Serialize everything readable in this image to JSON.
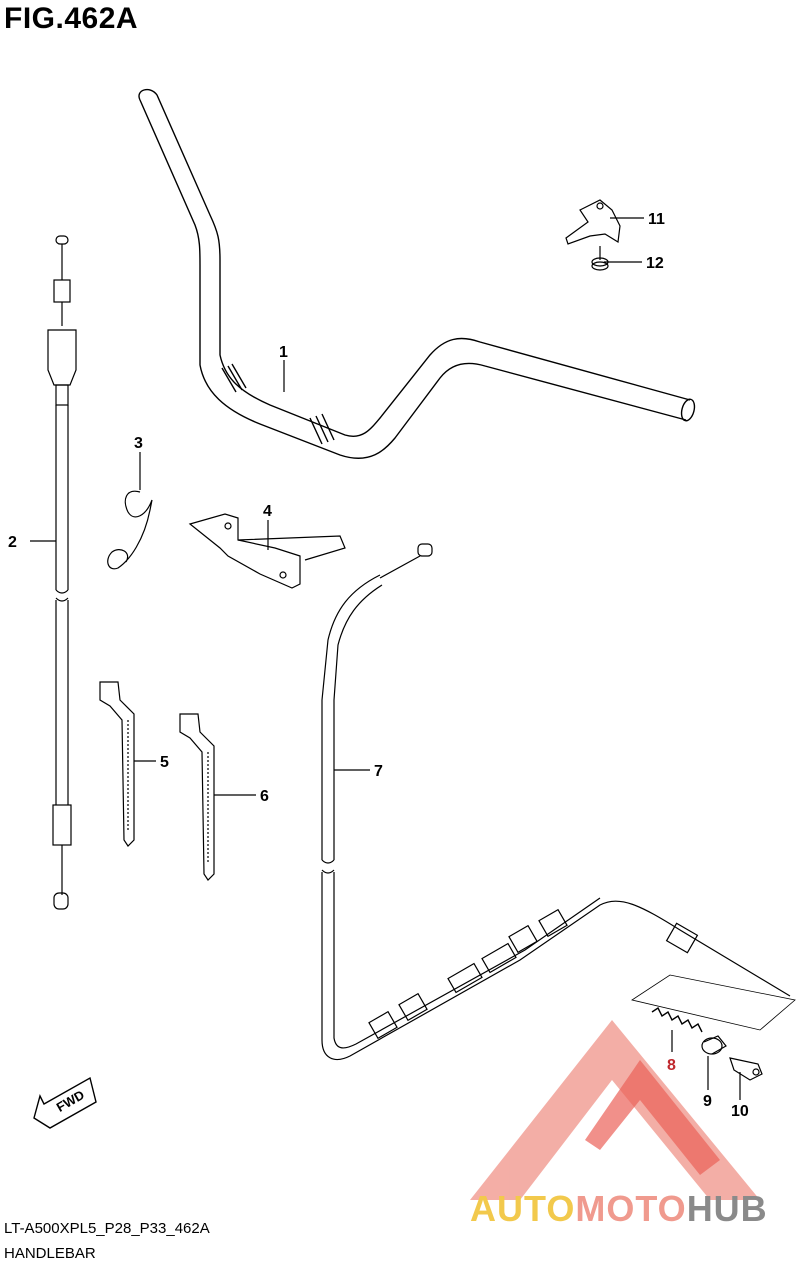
{
  "header": {
    "title": "FIG.462A"
  },
  "callouts": [
    {
      "id": "1",
      "label": "1"
    },
    {
      "id": "2",
      "label": "2"
    },
    {
      "id": "3",
      "label": "3"
    },
    {
      "id": "4",
      "label": "4"
    },
    {
      "id": "5",
      "label": "5"
    },
    {
      "id": "6",
      "label": "6"
    },
    {
      "id": "7",
      "label": "7"
    },
    {
      "id": "8",
      "label": "8"
    },
    {
      "id": "9",
      "label": "9"
    },
    {
      "id": "10",
      "label": "10"
    },
    {
      "id": "11",
      "label": "11"
    },
    {
      "id": "12",
      "label": "12"
    }
  ],
  "fwd": {
    "label": "FWD"
  },
  "footer": {
    "code": "LT-A500XPL5_P28_P33_462A",
    "name": "HANDLEBAR"
  },
  "watermark": {
    "part1": "AUTO",
    "part2": "MOTO",
    "part3": "HUB"
  },
  "colors": {
    "line": "#000000",
    "accent_red": "#c0282d",
    "watermark_red": "#e8463c",
    "watermark_yellow": "#f2c94c"
  }
}
